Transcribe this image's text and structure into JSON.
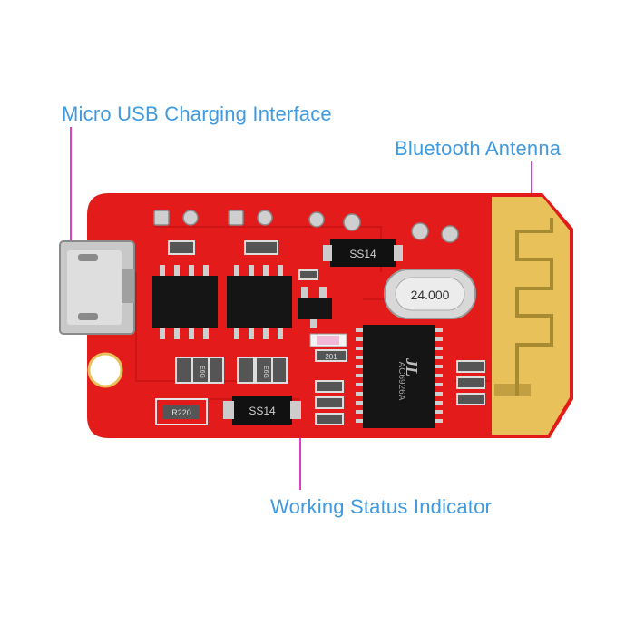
{
  "callouts": {
    "usb": "Micro USB Charging Interface",
    "antenna": "Bluetooth Antenna",
    "indicator": "Working Status Indicator"
  },
  "board_markings": {
    "diode_top": "SS14",
    "diode_bottom": "SS14",
    "crystal": "24.000",
    "resistor": "R220",
    "ic_logo": "JL",
    "ic_part": "AC6926A",
    "small_chip_1": "E6G",
    "small_chip_2": "E6G",
    "led_label": "201"
  },
  "colors": {
    "pcb": "#e41b1b",
    "pcb_dark": "#b01010",
    "gold": "#e8c15a",
    "callout_text": "#3f9ae0",
    "callout_line": "#e040c0"
  }
}
